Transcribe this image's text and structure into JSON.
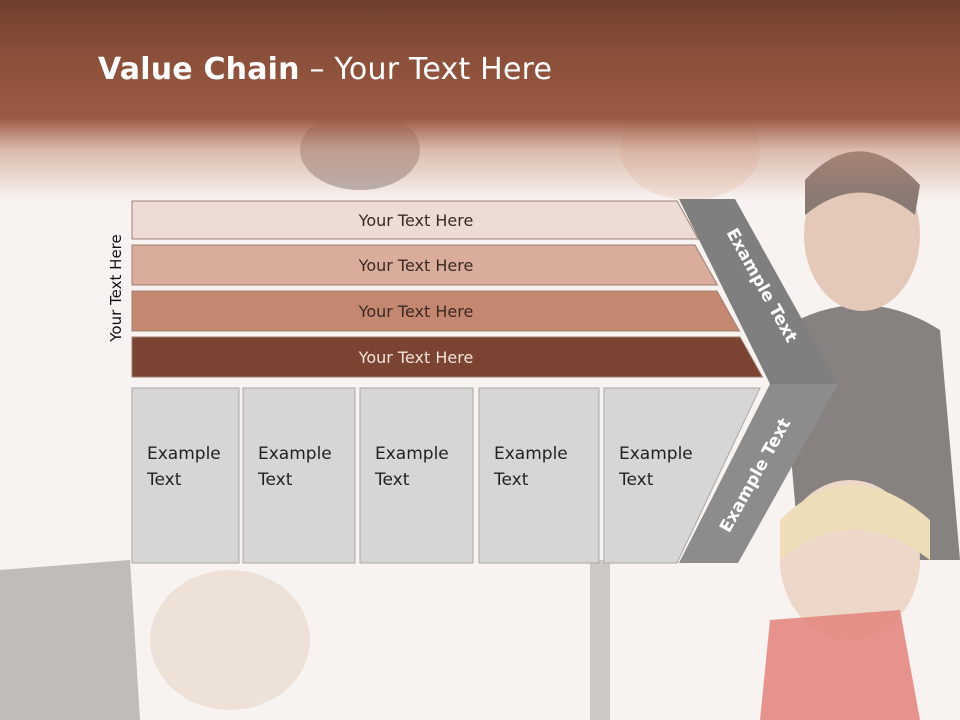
{
  "slide": {
    "title_bold": "Value Chain",
    "title_rest": " – Your Text Here",
    "side_label": "Your Text Here"
  },
  "rows": [
    {
      "label": "Your Text Here",
      "color": "#eddbd5"
    },
    {
      "label": "Your Text Here",
      "color": "#d9ac9c"
    },
    {
      "label": "Your Text Here",
      "color": "#c4876f"
    },
    {
      "label": "Your Text Here",
      "color": "#7b4332"
    }
  ],
  "boxes": [
    {
      "line1": "Example",
      "line2": "Text"
    },
    {
      "line1": "Example",
      "line2": "Text"
    },
    {
      "line1": "Example",
      "line2": "Text"
    },
    {
      "line1": "Example",
      "line2": "Text"
    },
    {
      "line1": "Example",
      "line2": "Text"
    }
  ],
  "chevrons": {
    "upper_label": "Example Text",
    "lower_label": "Example Text",
    "upper_color": "#7f7f7f",
    "lower_color": "#8c8c8c",
    "box_color": "#d6d6d6"
  }
}
